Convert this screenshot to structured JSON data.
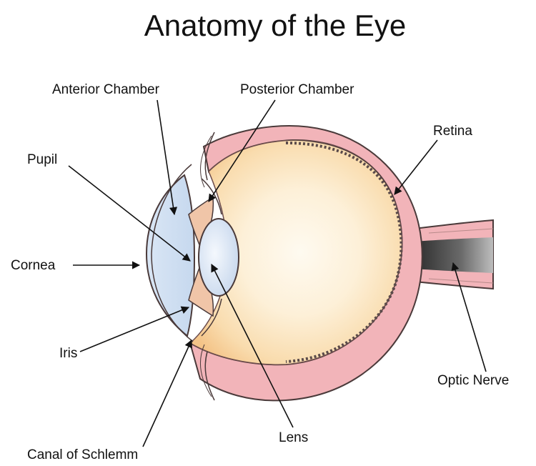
{
  "title": "Anatomy of the Eye",
  "labels": {
    "anterior_chamber": "Anterior Chamber",
    "posterior_chamber": "Posterior Chamber",
    "retina": "Retina",
    "pupil": "Pupil",
    "cornea": "Cornea",
    "iris": "Iris",
    "optic_nerve": "Optic Nerve",
    "lens": "Lens",
    "canal_of_schlemm": "Canal of Schlemm"
  },
  "colors": {
    "sclera": "#f2b4b9",
    "sclera_outline": "#4a3a3a",
    "vitreous_center": "#fdf0d8",
    "vitreous_edge": "#f6c98f",
    "cornea_fluid": "#cfdff2",
    "lens": "#dbe6f5",
    "iris": "#f0c5a8",
    "nerve_dark": "#333333",
    "background": "#ffffff"
  }
}
